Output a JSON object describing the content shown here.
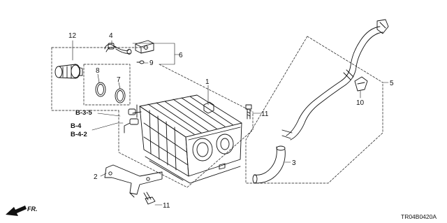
{
  "callouts": {
    "c1": "1",
    "c2": "2",
    "c3": "3",
    "c4": "4",
    "c5": "5",
    "c6": "6",
    "c7": "7",
    "c8": "8",
    "c9": "9",
    "c10": "10",
    "c11a": "11",
    "c11b": "11",
    "c12": "12"
  },
  "references": {
    "r1": "B-3-5",
    "r2": "B-4",
    "r3": "B-4-2"
  },
  "direction_label": "FR.",
  "diagram_code": "TR04B0420A",
  "icons": [
    "front-direction-arrow-icon"
  ]
}
